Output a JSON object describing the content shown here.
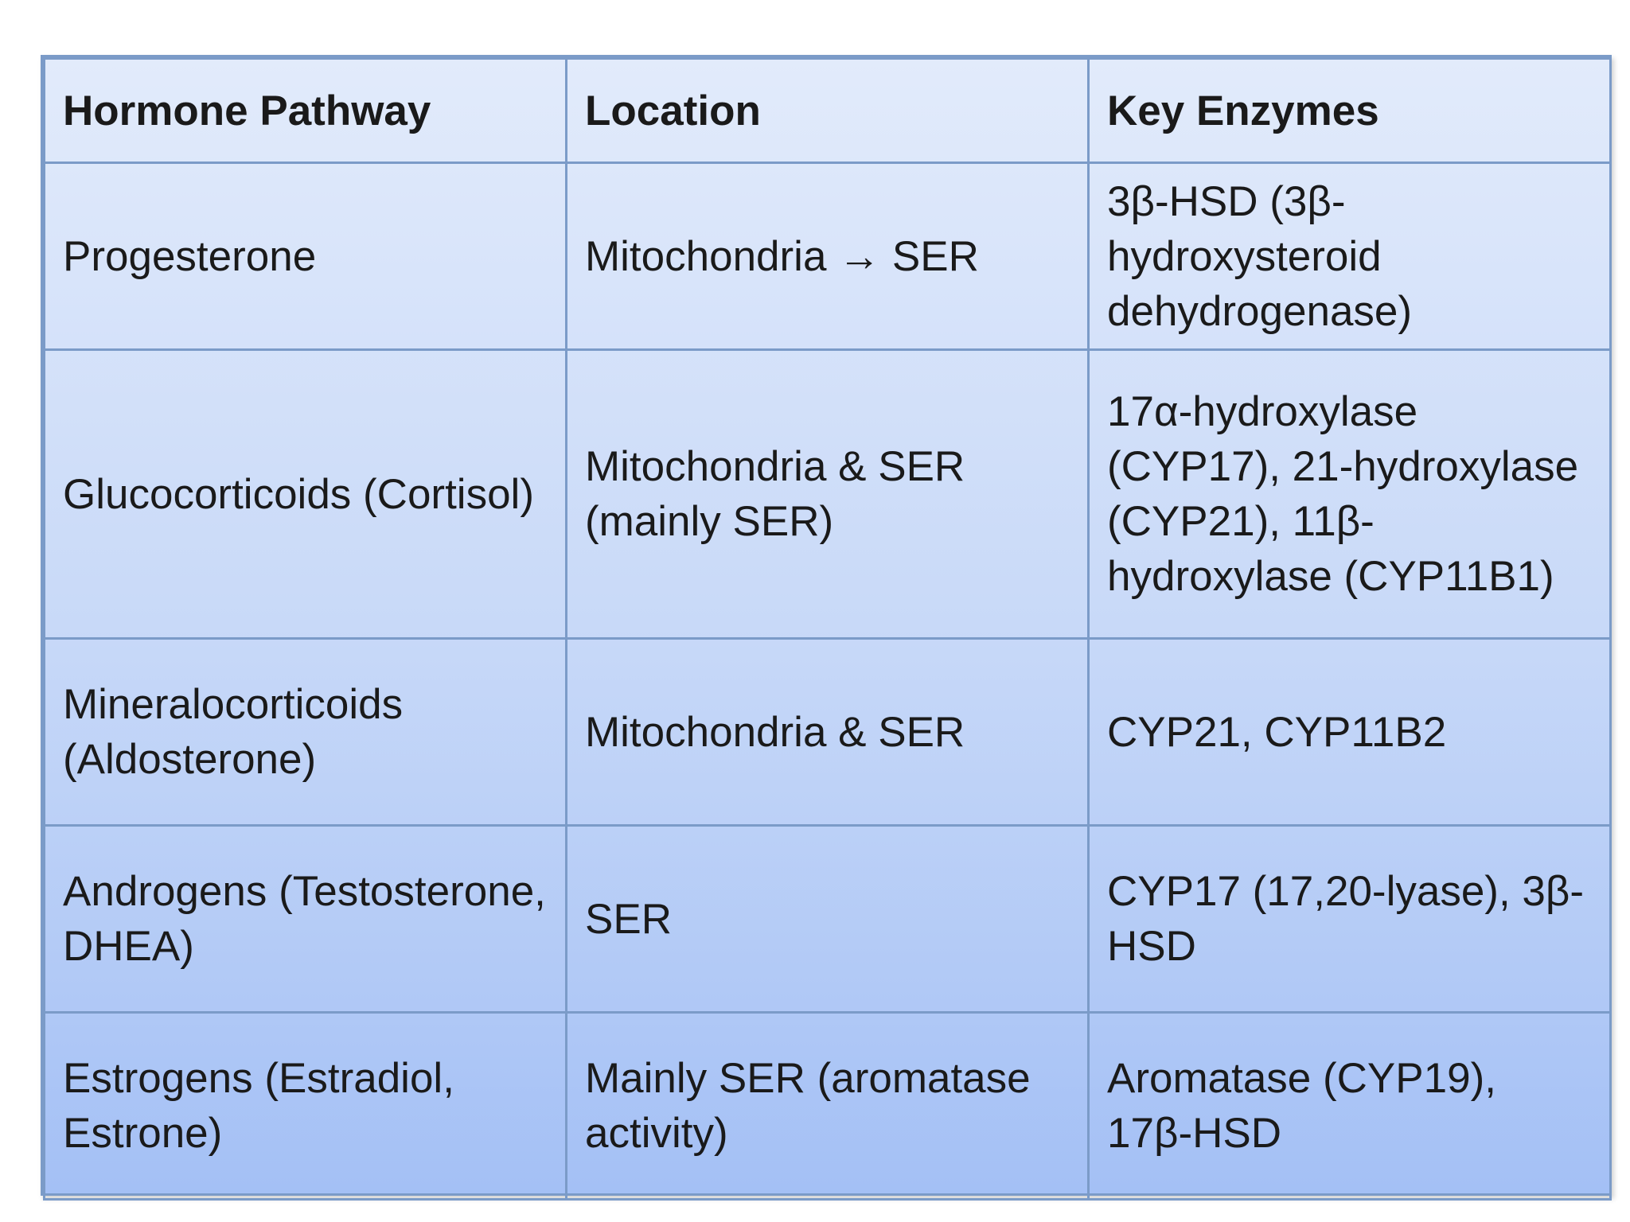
{
  "table": {
    "headers": [
      "Hormone Pathway",
      "Location",
      "Key Enzymes"
    ],
    "rows": [
      [
        "Progesterone",
        "Mitochondria → SER",
        "3β-HSD (3β-hydroxysteroid dehydrogenase)"
      ],
      [
        "Glucocorticoids (Cortisol)",
        "Mitochondria & SER (mainly SER)",
        "17α-hydroxylase (CYP17), 21-hydroxylase (CYP21), 11β-hydroxylase (CYP11B1)"
      ],
      [
        "Mineralocorticoids (Aldosterone)",
        "Mitochondria & SER",
        "CYP21, CYP11B2"
      ],
      [
        "Androgens (Testosterone, DHEA)",
        "SER",
        "CYP17 (17,20-lyase), 3β-HSD"
      ],
      [
        "Estrogens (Estradiol, Estrone)",
        "Mainly SER (aromatase activity)",
        "Aromatase (CYP19), 17β-HSD"
      ]
    ]
  }
}
